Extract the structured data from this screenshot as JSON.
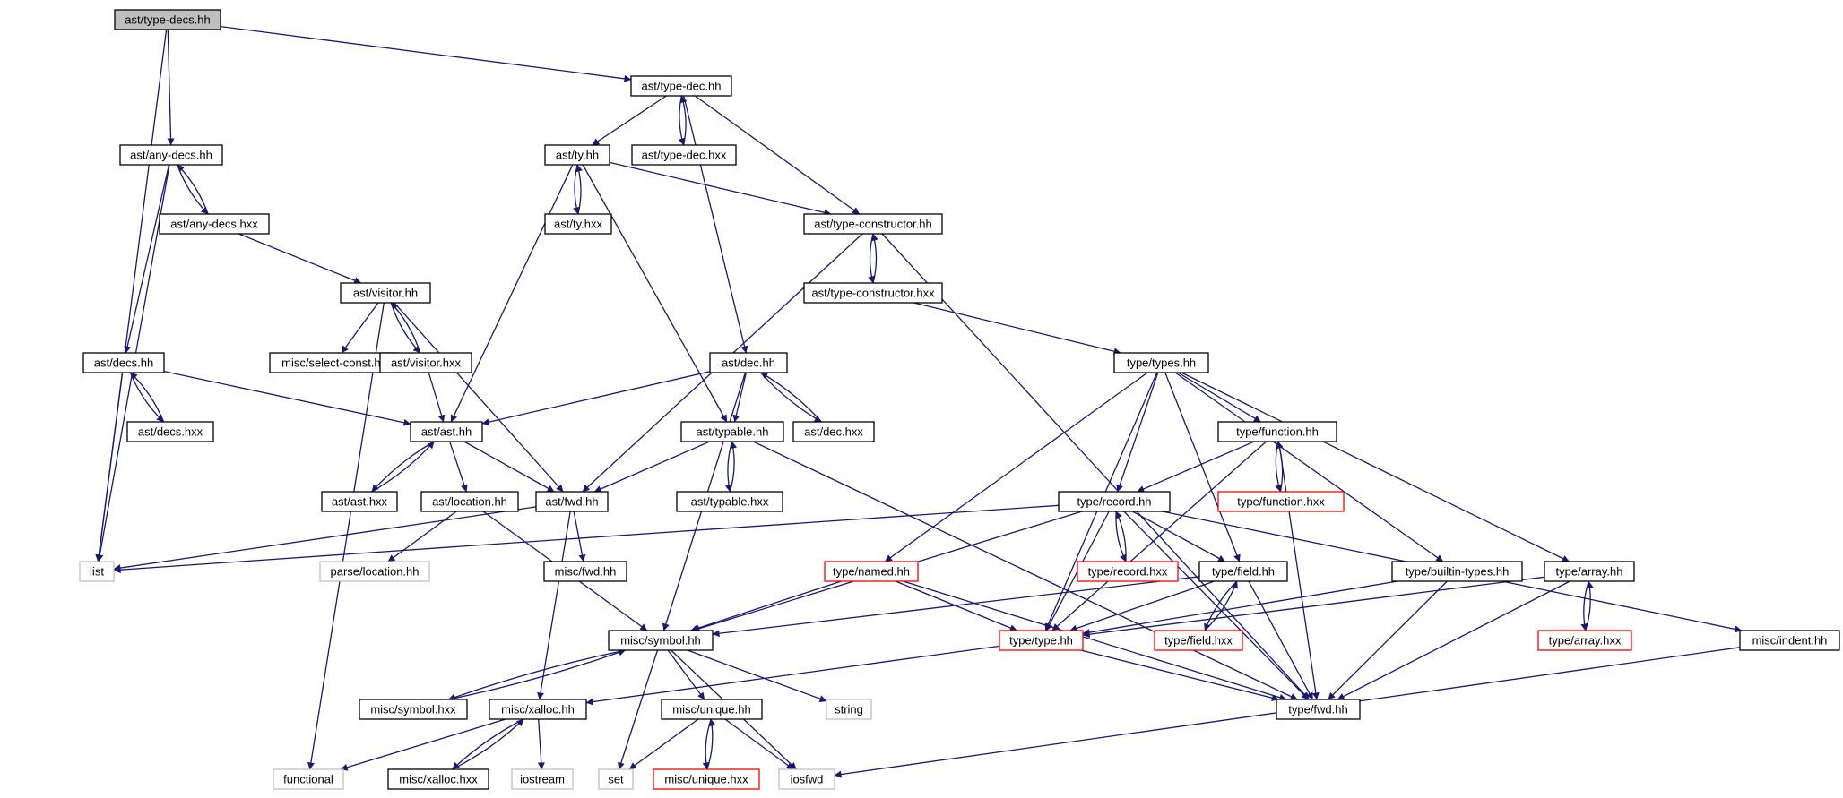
{
  "graph": {
    "title": "ast/type-decs.hh",
    "colors": {
      "edge": "#191970",
      "root_fill": "#bfbfbf",
      "default_stroke": "#000000",
      "truncated_stroke": "#ff0000",
      "external_stroke": "#bfbfbf",
      "external_text": "#000000"
    },
    "nodes": [
      {
        "id": "type_decs_hh",
        "label": "ast/type-decs.hh",
        "kind": "root"
      },
      {
        "id": "type_dec_hh",
        "label": "ast/type-dec.hh",
        "kind": "file"
      },
      {
        "id": "any_decs_hh",
        "label": "ast/any-decs.hh",
        "kind": "file"
      },
      {
        "id": "ty_hh",
        "label": "ast/ty.hh",
        "kind": "file"
      },
      {
        "id": "type_dec_hxx",
        "label": "ast/type-dec.hxx",
        "kind": "file"
      },
      {
        "id": "any_decs_hxx",
        "label": "ast/any-decs.hxx",
        "kind": "file"
      },
      {
        "id": "ty_hxx",
        "label": "ast/ty.hxx",
        "kind": "file"
      },
      {
        "id": "type_constructor_hh",
        "label": "ast/type-constructor.hh",
        "kind": "file"
      },
      {
        "id": "visitor_hh",
        "label": "ast/visitor.hh",
        "kind": "file"
      },
      {
        "id": "type_constructor_hxx",
        "label": "ast/type-constructor.hxx",
        "kind": "file"
      },
      {
        "id": "decs_hh",
        "label": "ast/decs.hh",
        "kind": "file"
      },
      {
        "id": "select_const_hh",
        "label": "misc/select-const.hh",
        "kind": "file"
      },
      {
        "id": "visitor_hxx",
        "label": "ast/visitor.hxx",
        "kind": "file"
      },
      {
        "id": "dec_hh",
        "label": "ast/dec.hh",
        "kind": "file"
      },
      {
        "id": "types_hh",
        "label": "type/types.hh",
        "kind": "file"
      },
      {
        "id": "decs_hxx",
        "label": "ast/decs.hxx",
        "kind": "file"
      },
      {
        "id": "ast_hh",
        "label": "ast/ast.hh",
        "kind": "file"
      },
      {
        "id": "typable_hh",
        "label": "ast/typable.hh",
        "kind": "file"
      },
      {
        "id": "dec_hxx",
        "label": "ast/dec.hxx",
        "kind": "file"
      },
      {
        "id": "function_hh",
        "label": "type/function.hh",
        "kind": "file"
      },
      {
        "id": "ast_hxx",
        "label": "ast/ast.hxx",
        "kind": "file"
      },
      {
        "id": "location_hh",
        "label": "ast/location.hh",
        "kind": "file"
      },
      {
        "id": "fwd_hh",
        "label": "ast/fwd.hh",
        "kind": "file"
      },
      {
        "id": "typable_hxx",
        "label": "ast/typable.hxx",
        "kind": "file"
      },
      {
        "id": "record_hh",
        "label": "type/record.hh",
        "kind": "file"
      },
      {
        "id": "function_hxx",
        "label": "type/function.hxx",
        "kind": "truncated"
      },
      {
        "id": "list",
        "label": "list",
        "kind": "external"
      },
      {
        "id": "parse_location_hh",
        "label": "parse/location.hh",
        "kind": "external"
      },
      {
        "id": "misc_fwd_hh",
        "label": "misc/fwd.hh",
        "kind": "file"
      },
      {
        "id": "named_hh",
        "label": "type/named.hh",
        "kind": "truncated"
      },
      {
        "id": "record_hxx",
        "label": "type/record.hxx",
        "kind": "truncated"
      },
      {
        "id": "field_hh",
        "label": "type/field.hh",
        "kind": "file"
      },
      {
        "id": "builtin_types_hh",
        "label": "type/builtin-types.hh",
        "kind": "file"
      },
      {
        "id": "array_hh",
        "label": "type/array.hh",
        "kind": "file"
      },
      {
        "id": "symbol_hh",
        "label": "misc/symbol.hh",
        "kind": "file"
      },
      {
        "id": "type_hh",
        "label": "type/type.hh",
        "kind": "truncated"
      },
      {
        "id": "field_hxx",
        "label": "type/field.hxx",
        "kind": "truncated"
      },
      {
        "id": "array_hxx",
        "label": "type/array.hxx",
        "kind": "truncated"
      },
      {
        "id": "indent_hh",
        "label": "misc/indent.hh",
        "kind": "file"
      },
      {
        "id": "symbol_hxx",
        "label": "misc/symbol.hxx",
        "kind": "file"
      },
      {
        "id": "xalloc_hh",
        "label": "misc/xalloc.hh",
        "kind": "file"
      },
      {
        "id": "unique_hh",
        "label": "misc/unique.hh",
        "kind": "file"
      },
      {
        "id": "string",
        "label": "string",
        "kind": "external"
      },
      {
        "id": "type_fwd_hh",
        "label": "type/fwd.hh",
        "kind": "file"
      },
      {
        "id": "functional",
        "label": "functional",
        "kind": "external"
      },
      {
        "id": "xalloc_hxx",
        "label": "misc/xalloc.hxx",
        "kind": "file"
      },
      {
        "id": "iostream",
        "label": "iostream",
        "kind": "external"
      },
      {
        "id": "set",
        "label": "set",
        "kind": "external"
      },
      {
        "id": "unique_hxx",
        "label": "misc/unique.hxx",
        "kind": "truncated"
      },
      {
        "id": "iosfwd",
        "label": "iosfwd",
        "kind": "external"
      }
    ],
    "edges": [
      [
        "type_decs_hh",
        "list"
      ],
      [
        "type_decs_hh",
        "any_decs_hh"
      ],
      [
        "type_decs_hh",
        "type_dec_hh"
      ],
      [
        "type_dec_hh",
        "ty_hh"
      ],
      [
        "type_dec_hh",
        "type_dec_hxx"
      ],
      [
        "type_dec_hxx",
        "type_dec_hh"
      ],
      [
        "type_dec_hh",
        "type_constructor_hh"
      ],
      [
        "type_dec_hh",
        "dec_hh"
      ],
      [
        "any_decs_hh",
        "any_decs_hxx"
      ],
      [
        "any_decs_hxx",
        "any_decs_hh"
      ],
      [
        "any_decs_hh",
        "list"
      ],
      [
        "any_decs_hh",
        "decs_hh"
      ],
      [
        "any_decs_hxx",
        "visitor_hh"
      ],
      [
        "ty_hh",
        "ty_hxx"
      ],
      [
        "ty_hxx",
        "ty_hh"
      ],
      [
        "ty_hh",
        "type_constructor_hh"
      ],
      [
        "ty_hh",
        "ast_hh"
      ],
      [
        "ty_hh",
        "typable_hh"
      ],
      [
        "type_constructor_hh",
        "type_constructor_hxx"
      ],
      [
        "type_constructor_hxx",
        "type_constructor_hh"
      ],
      [
        "type_constructor_hh",
        "fwd_hh"
      ],
      [
        "type_constructor_hh",
        "type_fwd_hh"
      ],
      [
        "type_constructor_hxx",
        "types_hh"
      ],
      [
        "visitor_hh",
        "select_const_hh"
      ],
      [
        "visitor_hh",
        "visitor_hxx"
      ],
      [
        "visitor_hxx",
        "visitor_hh"
      ],
      [
        "visitor_hh",
        "functional"
      ],
      [
        "visitor_hh",
        "fwd_hh"
      ],
      [
        "visitor_hxx",
        "ast_hh"
      ],
      [
        "decs_hh",
        "decs_hxx"
      ],
      [
        "decs_hxx",
        "decs_hh"
      ],
      [
        "decs_hh",
        "ast_hh"
      ],
      [
        "decs_hh",
        "list"
      ],
      [
        "dec_hh",
        "ast_hh"
      ],
      [
        "dec_hh",
        "typable_hh"
      ],
      [
        "dec_hh",
        "dec_hxx"
      ],
      [
        "dec_hxx",
        "dec_hh"
      ],
      [
        "dec_hh",
        "symbol_hh"
      ],
      [
        "ast_hh",
        "ast_hxx"
      ],
      [
        "ast_hxx",
        "ast_hh"
      ],
      [
        "ast_hh",
        "location_hh"
      ],
      [
        "ast_hh",
        "fwd_hh"
      ],
      [
        "location_hh",
        "parse_location_hh"
      ],
      [
        "location_hh",
        "symbol_hh"
      ],
      [
        "fwd_hh",
        "list"
      ],
      [
        "fwd_hh",
        "misc_fwd_hh"
      ],
      [
        "fwd_hh",
        "xalloc_hh"
      ],
      [
        "typable_hh",
        "fwd_hh"
      ],
      [
        "typable_hh",
        "typable_hxx"
      ],
      [
        "typable_hxx",
        "typable_hh"
      ],
      [
        "typable_hh",
        "type_fwd_hh"
      ],
      [
        "types_hh",
        "named_hh"
      ],
      [
        "types_hh",
        "type_hh"
      ],
      [
        "types_hh",
        "record_hh"
      ],
      [
        "types_hh",
        "field_hh"
      ],
      [
        "types_hh",
        "function_hh"
      ],
      [
        "types_hh",
        "builtin_types_hh"
      ],
      [
        "types_hh",
        "array_hh"
      ],
      [
        "function_hh",
        "function_hxx"
      ],
      [
        "function_hxx",
        "function_hh"
      ],
      [
        "function_hh",
        "record_hh"
      ],
      [
        "function_hh",
        "type_hh"
      ],
      [
        "function_hh",
        "type_fwd_hh"
      ],
      [
        "record_hh",
        "list"
      ],
      [
        "record_hh",
        "symbol_hh"
      ],
      [
        "record_hh",
        "type_hh"
      ],
      [
        "record_hh",
        "record_hxx"
      ],
      [
        "record_hxx",
        "record_hh"
      ],
      [
        "record_hh",
        "field_hh"
      ],
      [
        "record_hh",
        "type_fwd_hh"
      ],
      [
        "record_hh",
        "indent_hh"
      ],
      [
        "named_hh",
        "symbol_hh"
      ],
      [
        "named_hh",
        "type_hh"
      ],
      [
        "named_hh",
        "type_fwd_hh"
      ],
      [
        "field_hh",
        "symbol_hh"
      ],
      [
        "field_hh",
        "type_hh"
      ],
      [
        "field_hh",
        "field_hxx"
      ],
      [
        "field_hxx",
        "field_hh"
      ],
      [
        "field_hh",
        "type_fwd_hh"
      ],
      [
        "builtin_types_hh",
        "type_hh"
      ],
      [
        "builtin_types_hh",
        "type_fwd_hh"
      ],
      [
        "array_hh",
        "type_hh"
      ],
      [
        "array_hh",
        "array_hxx"
      ],
      [
        "array_hxx",
        "array_hh"
      ],
      [
        "array_hh",
        "type_fwd_hh"
      ],
      [
        "symbol_hh",
        "symbol_hxx"
      ],
      [
        "symbol_hxx",
        "symbol_hh"
      ],
      [
        "symbol_hh",
        "unique_hh"
      ],
      [
        "symbol_hh",
        "string"
      ],
      [
        "symbol_hh",
        "set"
      ],
      [
        "symbol_hh",
        "iosfwd"
      ],
      [
        "type_hh",
        "xalloc_hh"
      ],
      [
        "type_hh",
        "type_fwd_hh"
      ],
      [
        "indent_hh",
        "iosfwd"
      ],
      [
        "xalloc_hh",
        "functional"
      ],
      [
        "xalloc_hh",
        "xalloc_hxx"
      ],
      [
        "xalloc_hxx",
        "xalloc_hh"
      ],
      [
        "xalloc_hh",
        "iostream"
      ],
      [
        "unique_hh",
        "set"
      ],
      [
        "unique_hh",
        "unique_hxx"
      ],
      [
        "unique_hxx",
        "unique_hh"
      ],
      [
        "unique_hh",
        "iosfwd"
      ]
    ]
  }
}
